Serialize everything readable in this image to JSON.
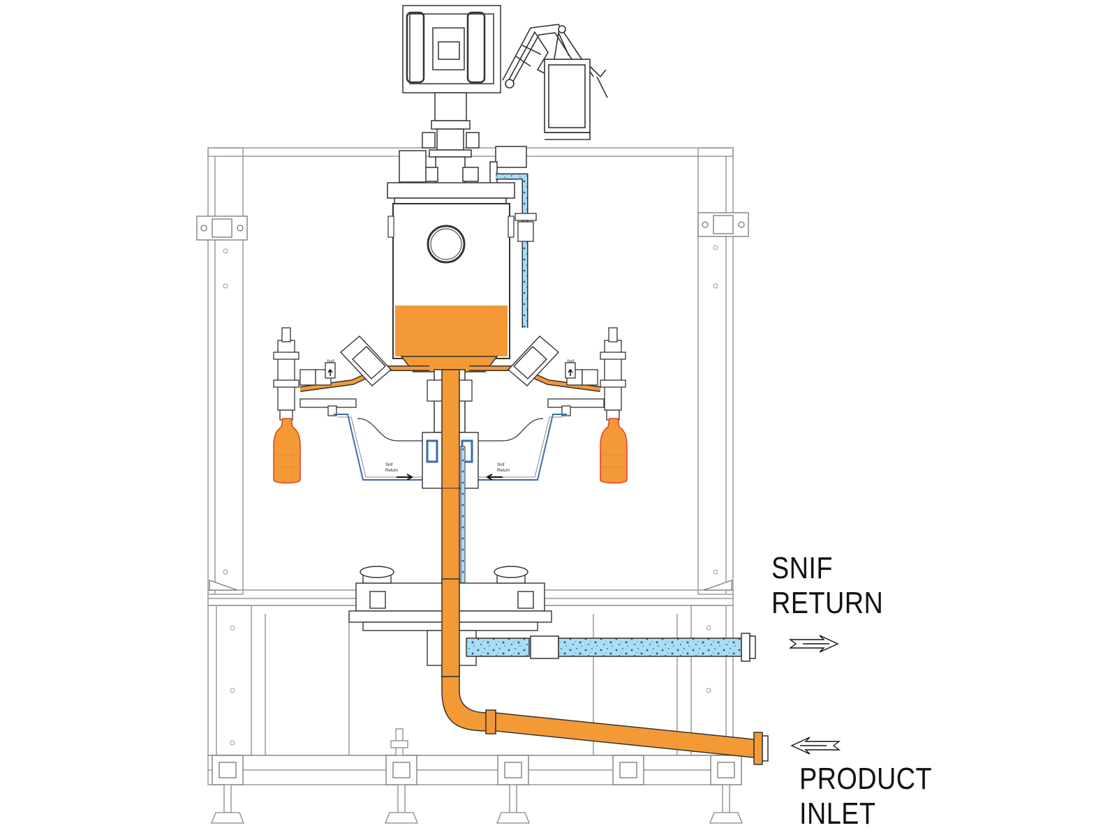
{
  "labels": {
    "snif_return": [
      "SNIF",
      "RETURN"
    ],
    "product_inlet": [
      "PRODUCT",
      "INLET"
    ]
  },
  "small_labels": {
    "snif_left": "Snif",
    "snif_right": "Snif",
    "snif_return_left": [
      "Snif",
      "Return"
    ],
    "snif_return_right": [
      "Snif",
      "Return"
    ]
  },
  "colors": {
    "product": "#f39a36",
    "snif": "#a9ddf3",
    "snif_speckle": "#2d4fa8",
    "line": "#9a9a9a",
    "dark_line": "#333333"
  }
}
